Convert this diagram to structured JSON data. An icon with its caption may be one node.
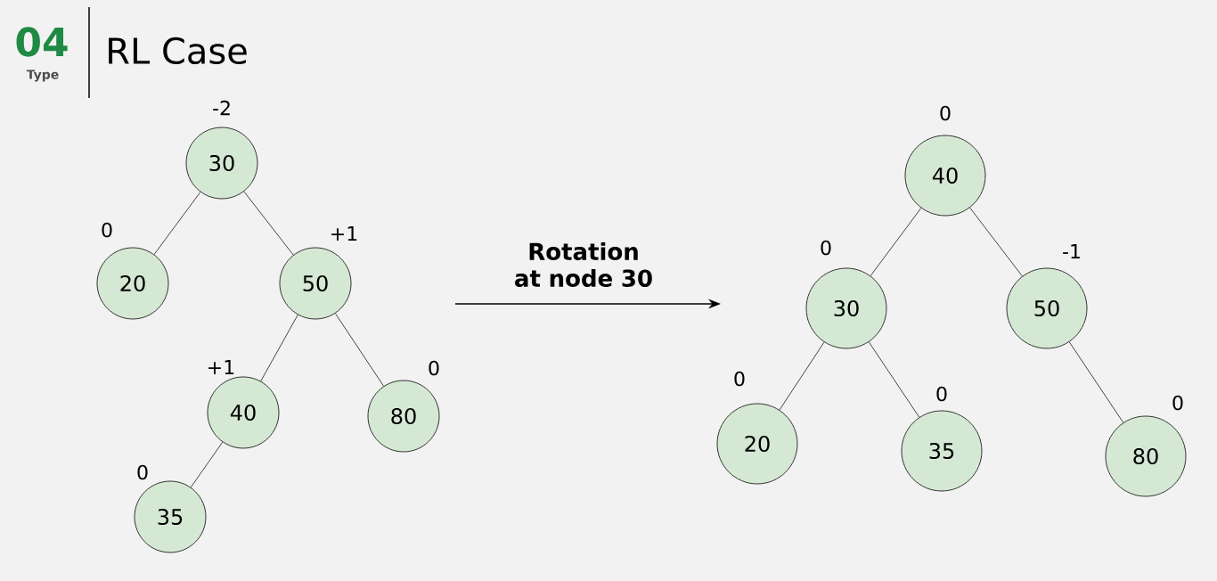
{
  "diagram": {
    "title": "RL Case",
    "nodes": [
      {
        "text": [
          "30"
        ],
        "beside": [
          "-2"
        ]
      },
      {
        "text": [
          "20"
        ],
        "beside": [
          "0"
        ]
      },
      {
        "text": [
          "50"
        ],
        "beside": [
          "+1"
        ]
      },
      {
        "text": [
          "40"
        ],
        "beside": [
          "+1"
        ]
      },
      {
        "text": [
          "80"
        ],
        "beside": [
          "0"
        ]
      },
      {
        "text": [
          "35"
        ],
        "beside": [
          "0"
        ]
      },
      {
        "text": [
          "40"
        ],
        "beside": [
          "0"
        ]
      },
      {
        "text": [
          "30"
        ],
        "beside": [
          "0"
        ]
      },
      {
        "text": [
          "50"
        ],
        "beside": [
          "-1"
        ]
      },
      {
        "text": [
          "20"
        ],
        "beside": [
          "0"
        ]
      },
      {
        "text": [
          "35"
        ],
        "beside": [
          "0"
        ]
      },
      {
        "text": [
          "80"
        ],
        "beside": [
          "0"
        ]
      }
    ],
    "edges": [
      {
        "from": 0,
        "to": 1,
        "arrow": "none"
      },
      {
        "from": 0,
        "to": 2,
        "arrow": "none"
      },
      {
        "from": 2,
        "to": 3,
        "arrow": "none"
      },
      {
        "from": 2,
        "to": 4,
        "arrow": "none"
      },
      {
        "from": 3,
        "to": 5,
        "arrow": "none"
      },
      {
        "from": 6,
        "to": 7,
        "arrow": "none"
      },
      {
        "from": 6,
        "to": 8,
        "arrow": "none"
      },
      {
        "from": 7,
        "to": 9,
        "arrow": "none"
      },
      {
        "from": 7,
        "to": 10,
        "arrow": "none"
      },
      {
        "from": 8,
        "to": 11,
        "arrow": "none"
      }
    ],
    "labels": [
      "04",
      "Type",
      "Rotation at node 30"
    ]
  }
}
